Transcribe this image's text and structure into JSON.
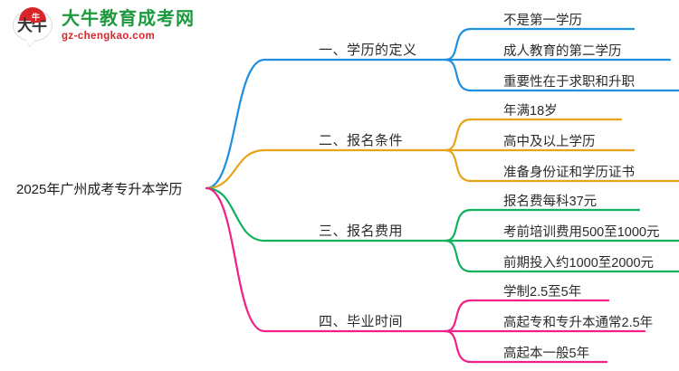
{
  "logo": {
    "mark_text": "大牛",
    "badge_text": "牛",
    "title": "大牛教育成考网",
    "subtitle": "gz-chengkao.com",
    "title_color": "#1d9a3e",
    "subtitle_color": "#d9252a",
    "arch_color": "#d9252a"
  },
  "mindmap": {
    "type": "mindmap",
    "root": "2025年广州成考专升本学历",
    "branches": [
      {
        "label": "一、学历的定义",
        "color": "#1f8fe0",
        "leaves": [
          "不是第一学历",
          "成人教育的第二学历",
          "重要性在于求职和升职"
        ]
      },
      {
        "label": "二、报名条件",
        "color": "#e8a317",
        "leaves": [
          "年满18岁",
          "高中及以上学历",
          "准备身份证和学历证书"
        ]
      },
      {
        "label": "三、报名费用",
        "color": "#0fb15a",
        "leaves": [
          "报名费每科37元",
          "考前培训费用500至1000元",
          "前期投入约1000至2000元"
        ]
      },
      {
        "label": "四、毕业时间",
        "color": "#f01f8a",
        "leaves": [
          "学制2.5至5年",
          "高起专和专升本通常2.5年",
          "高起本一般5年"
        ]
      }
    ]
  }
}
